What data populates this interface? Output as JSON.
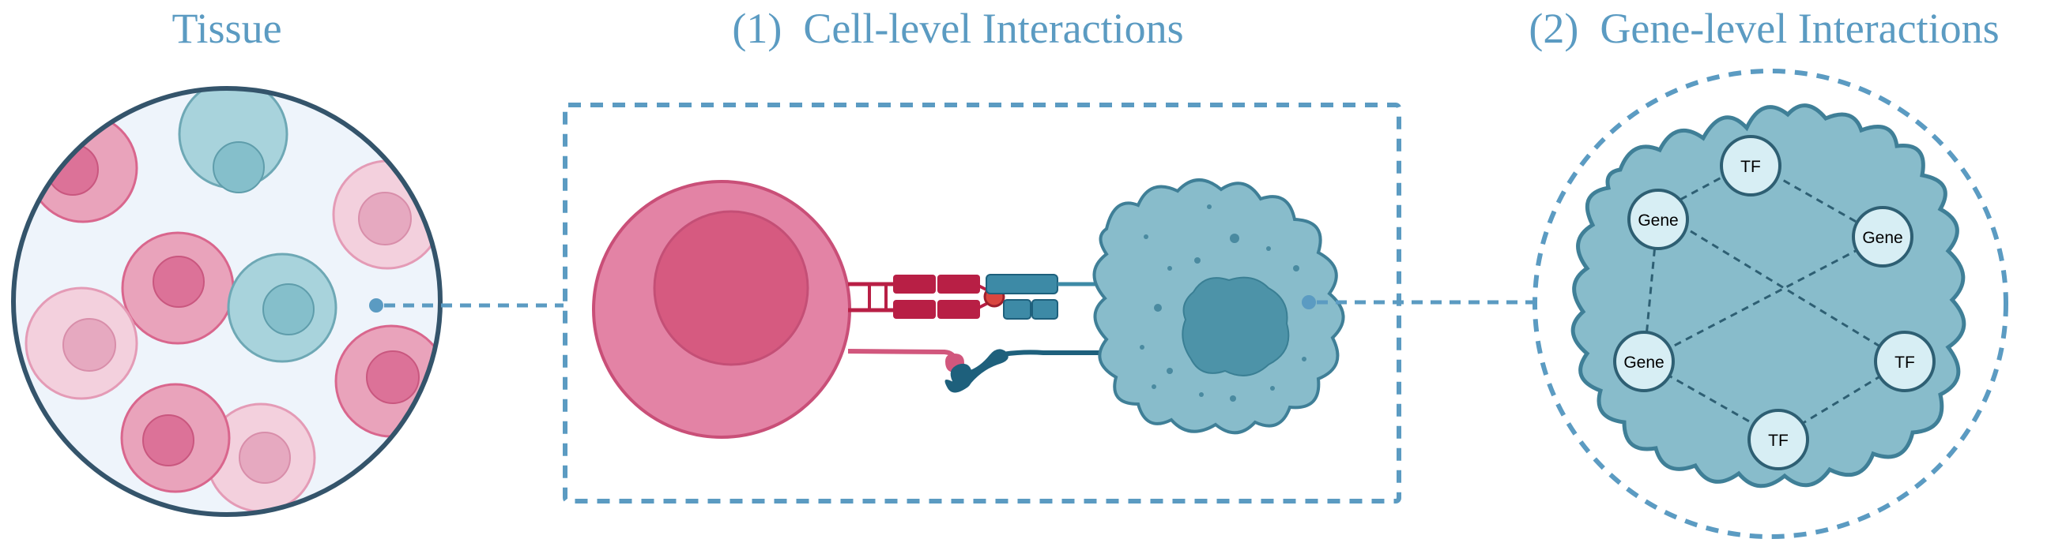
{
  "colors": {
    "title": "#5b9bc2",
    "dash": "#5b9bc2",
    "tissue_border": "#34546b",
    "tissue_bg": "#eef4fb",
    "pink_fill": "#e07fa0",
    "pink_nucleus": "#d65a80",
    "pink_stroke": "#c44f76",
    "pale_pink_fill": "#efc2d3",
    "pale_pink_nucleus": "#e6a9c0",
    "teal_fill": "#a8d3dc",
    "teal_nucleus": "#85bfcb",
    "teal_stroke": "#6ea8b5",
    "receptor_red": "#b81f45",
    "receptor_teal": "#3d8aa6",
    "receptor_dark": "#1e607c",
    "blob_fill": "#88bccb",
    "blob_stroke": "#3f7f97",
    "blob_nucleus": "#4d93a8",
    "node_fill": "#d7eef4",
    "node_stroke": "#2e5f73"
  },
  "panels": {
    "tissue": {
      "title": "Tissue"
    },
    "cell": {
      "title": "(1)  Cell-level Interactions"
    },
    "gene": {
      "title": "(2)  Gene-level Interactions",
      "nodes": [
        {
          "label": "TF"
        },
        {
          "label": "Gene"
        },
        {
          "label": "Gene"
        },
        {
          "label": "Gene"
        },
        {
          "label": "TF"
        },
        {
          "label": "TF"
        }
      ]
    }
  }
}
